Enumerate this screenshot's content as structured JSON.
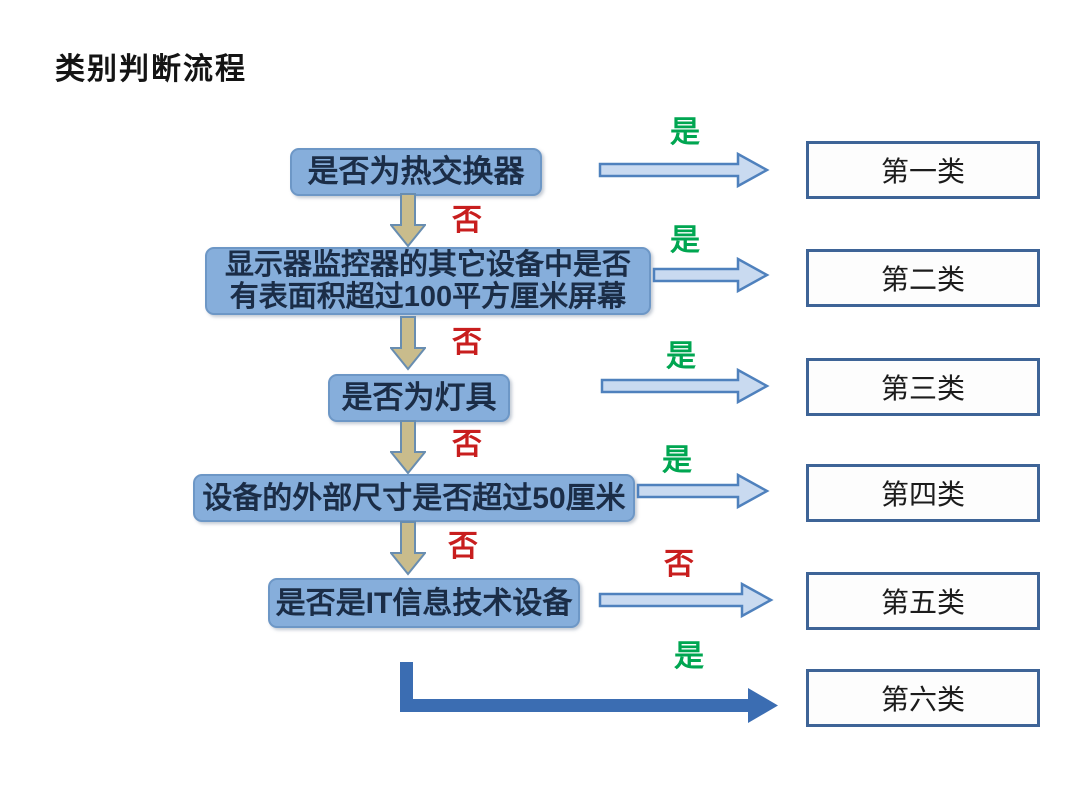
{
  "title": "类别判断流程",
  "decisions": [
    {
      "line1": "是否为热交换器",
      "line2": "",
      "branch_right": "是",
      "branch_down": "否"
    },
    {
      "line1": "显示器监控器的其它设备中是否",
      "line2": "有表面积超过100平方厘米屏幕",
      "branch_right": "是",
      "branch_down": "否"
    },
    {
      "line1": "是否为灯具",
      "line2": "",
      "branch_right": "是",
      "branch_down": "否"
    },
    {
      "line1": "设备的外部尺寸是否超过50厘米",
      "line2": "",
      "branch_right": "是",
      "branch_down": "否"
    },
    {
      "line1": "是否是IT信息技术设备",
      "line2": "",
      "branch_right": "否",
      "branch_down": "是"
    }
  ],
  "results": [
    "第一类",
    "第二类",
    "第三类",
    "第四类",
    "第五类",
    "第六类"
  ],
  "colors": {
    "decision_fill": "#86aedb",
    "decision_border": "#6d97c6",
    "decision_text": "#1b2d47",
    "result_border": "#3e6497",
    "right_arrow_fill": "#c9daf0",
    "right_arrow_stroke": "#4f81bd",
    "down_arrow_fill": "#c9bc8c",
    "down_arrow_stroke": "#688db0",
    "elbow_arrow_fill": "#3b6db2",
    "yes_green": "#00a651",
    "no_red": "#c81e1e"
  }
}
